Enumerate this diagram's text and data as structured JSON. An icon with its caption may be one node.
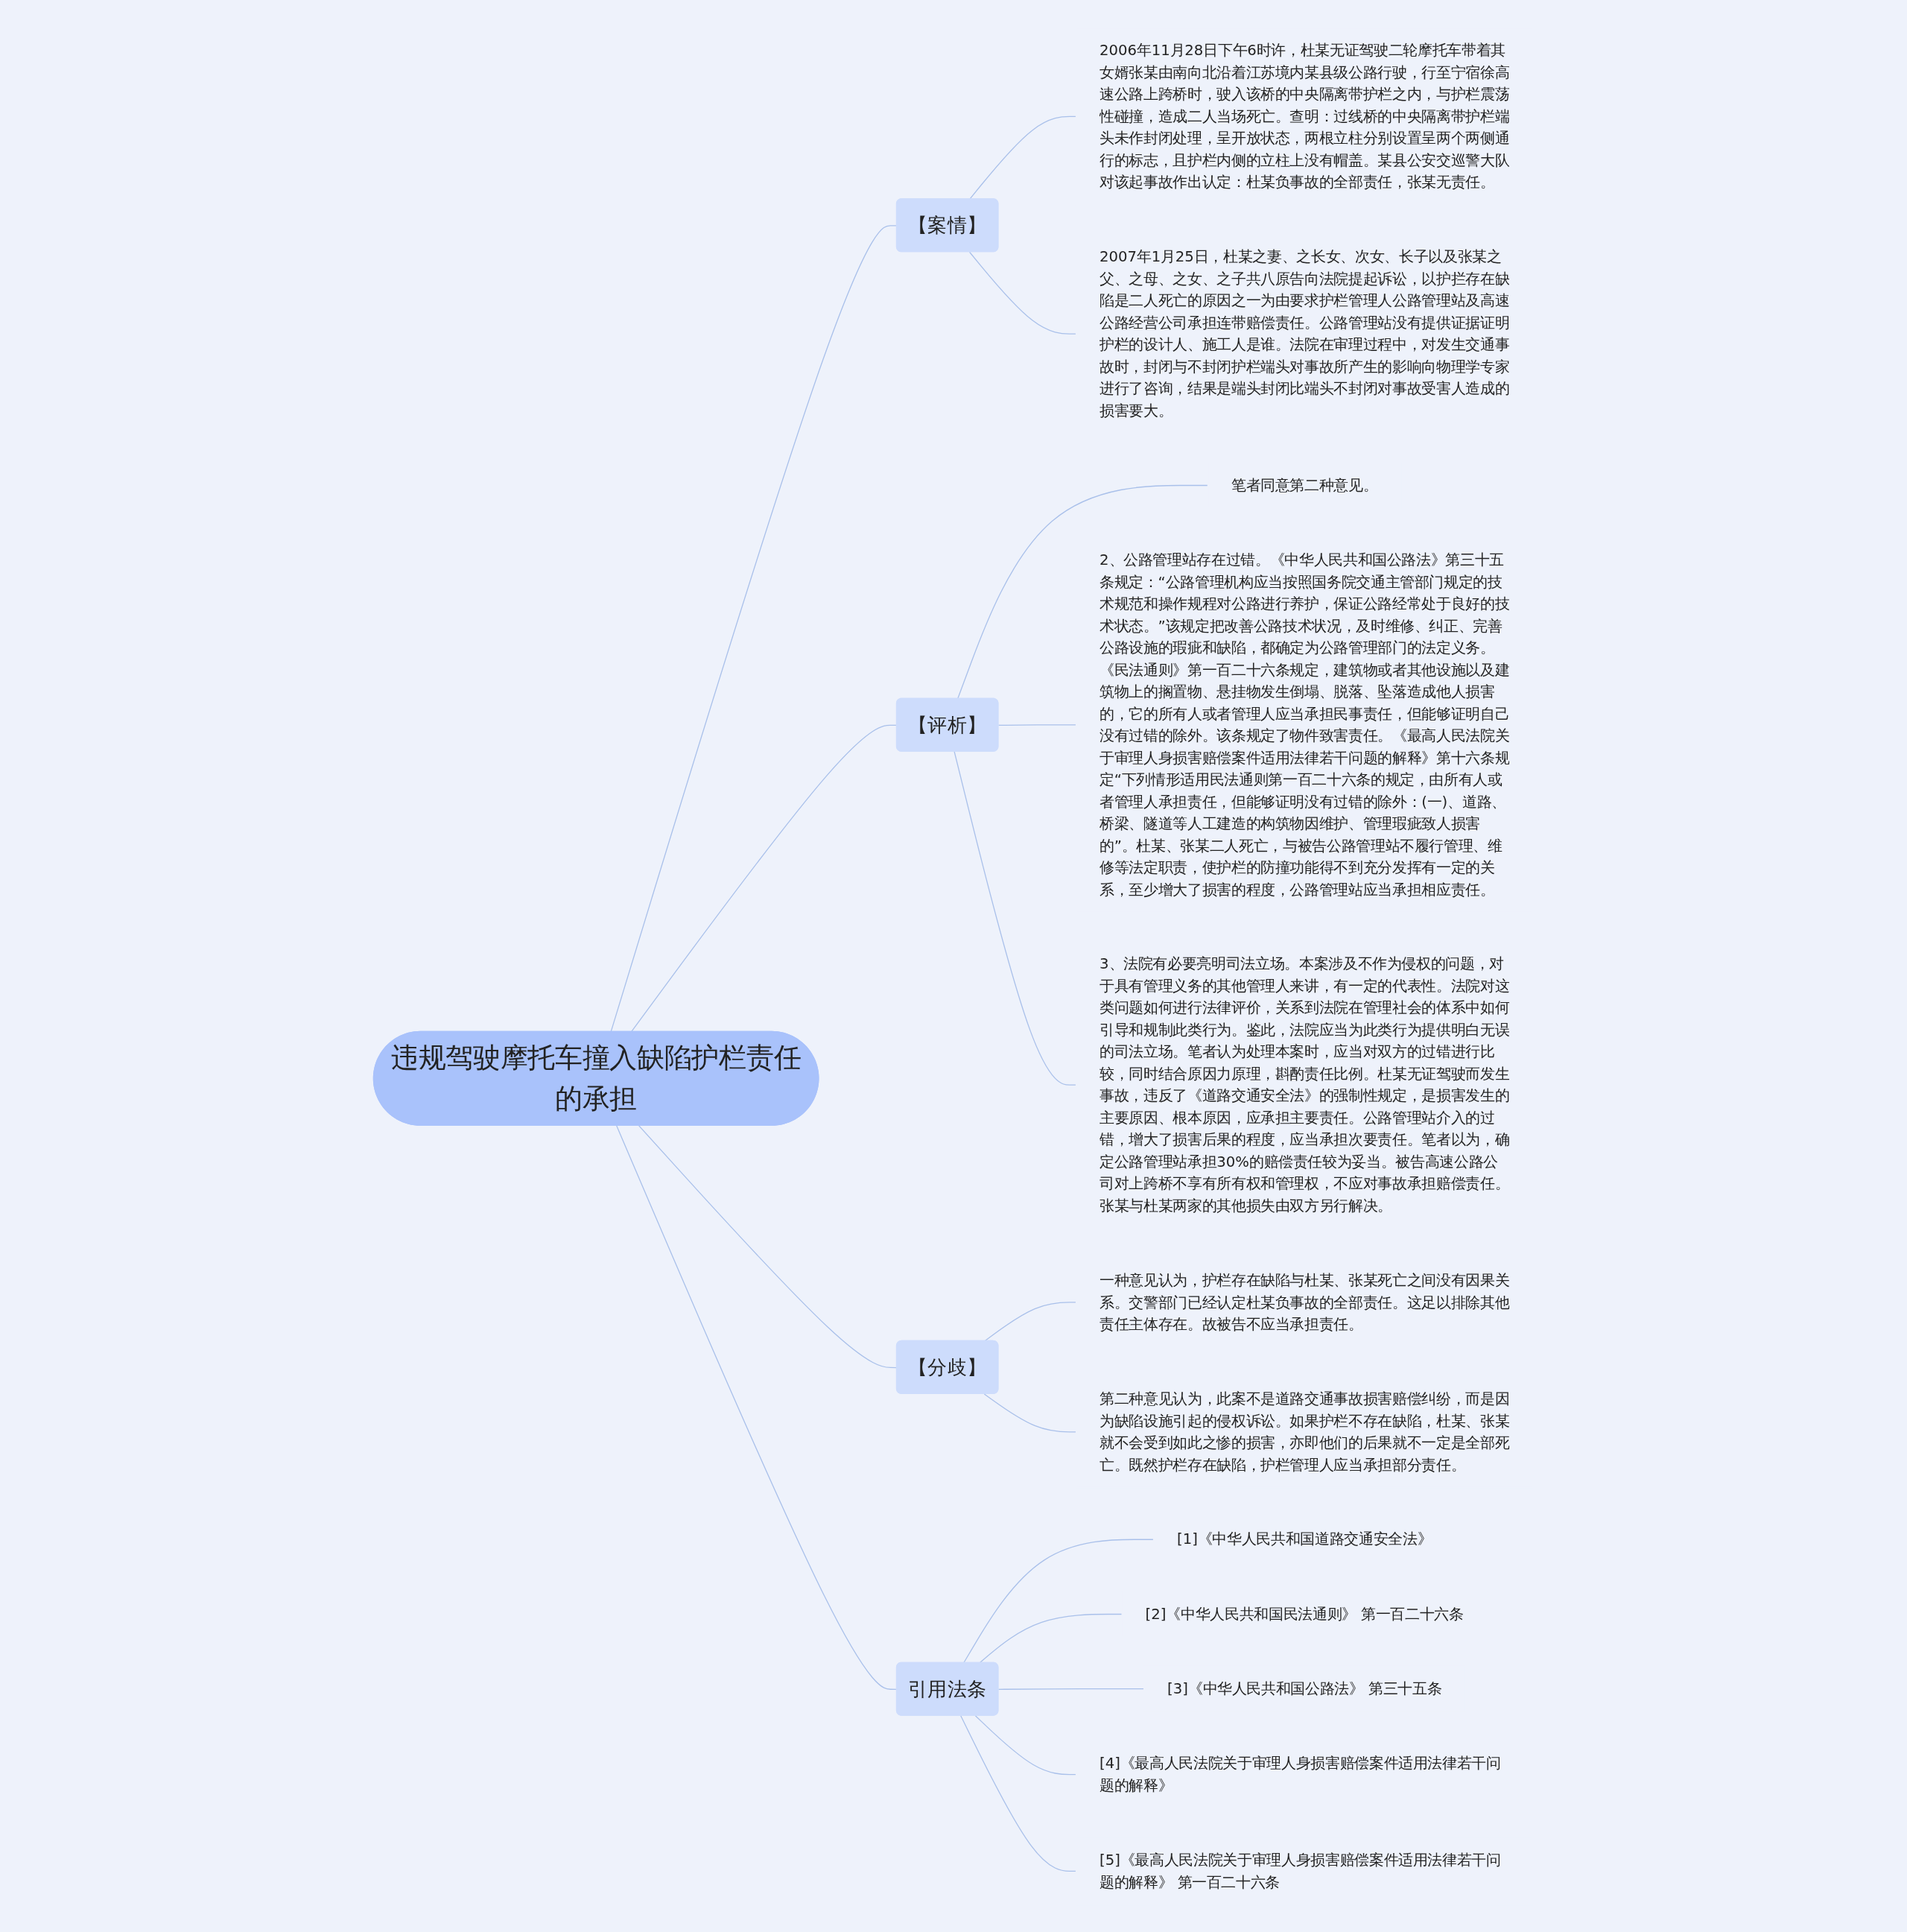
{
  "diagram": {
    "nodes": [
      {
        "text": [
          "违规驾驶摩托车撞入缺陷护栏责任的承担"
        ]
      },
      {
        "text": [
          "【案情】"
        ]
      },
      {
        "text": [
          "2006年11月28日下午6时许，杜某无证驾驶二轮摩托车带着其女婿张某由南向北沿着江苏境内某县级公路行驶，行至宁宿徐高速公路上跨桥时，驶入该桥的中央隔离带护栏之内，与护栏震荡性碰撞，造成二人当场死亡。查明：过线桥的中央隔离带护栏端头未作封闭处理，呈开放状态，两根立柱分别设置呈两个两侧通行的标志，且护栏内侧的立柱上没有帽盖。某县公安交巡警大队对该起事故作出认定：杜某负事故的全部责任，张某无责任。"
        ]
      },
      {
        "text": [
          "2007年1月25日，杜某之妻、之长女、次女、长子以及张某之父、之母、之女、之子共八原告向法院提起诉讼，以护拦存在缺陷是二人死亡的原因之一为由要求护栏管理人公路管理站及高速公路经营公司承担连带赔偿责任。公路管理站没有提供证据证明护栏的设计人、施工人是谁。法院在审理过程中，对发生交通事故时，封闭与不封闭护栏端头对事故所产生的影响向物理学专家进行了咨询，结果是端头封闭比端头不封闭对事故受害人造成的损害要大。"
        ]
      },
      {
        "text": [
          "【评析】"
        ]
      },
      {
        "text": [
          "笔者同意第二种意见。"
        ]
      },
      {
        "text": [
          "2、公路管理站存在过错。《中华人民共和国公路法》第三十五条规定：“公路管理机构应当按照国务院交通主管部门规定的技术规范和操作规程对公路进行养护，保证公路经常处于良好的技术状态。”该规定把改善公路技术状况，及时维修、纠正、完善公路设施的瑕疵和缺陷，都确定为公路管理部门的法定义务。《民法通则》第一百二十六条规定，建筑物或者其他设施以及建筑物上的搁置物、悬挂物发生倒塌、脱落、坠落造成他人损害的，它的所有人或者管理人应当承担民事责任，但能够证明自己没有过错的除外。该条规定了物件致害责任。《最高人民法院关于审理人身损害赔偿案件适用法律若干问题的解释》第十六条规定“下列情形适用民法通则第一百二十六条的规定，由所有人或者管理人承担责任，但能够证明没有过错的除外：(一)、道路、桥梁、隧道等人工建造的构筑物因维护、管理瑕疵致人损害的”。杜某、张某二人死亡，与被告公路管理站不履行管理、维修等法定职责，使护栏的防撞功能得不到充分发挥有一定的关系，至少增大了损害的程度，公路管理站应当承担相应责任。"
        ]
      },
      {
        "text": [
          "3、法院有必要亮明司法立场。本案涉及不作为侵权的问题，对于具有管理义务的其他管理人来讲，有一定的代表性。法院对这类问题如何进行法律评价，关系到法院在管理社会的体系中如何引导和规制此类行为。鉴此，法院应当为此类行为提供明白无误的司法立场。笔者认为处理本案时，应当对双方的过错进行比较，同时结合原因力原理，斟酌责任比例。杜某无证驾驶而发生事故，违反了《道路交通安全法》的强制性规定，是损害发生的主要原因、根本原因，应承担主要责任。公路管理站介入的过错，增大了损害后果的程度，应当承担次要责任。笔者以为，确定公路管理站承担30%的赔偿责任较为妥当。被告高速公路公司对上跨桥不享有所有权和管理权，不应对事故承担赔偿责任。张某与杜某两家的其他损失由双方另行解决。"
        ]
      },
      {
        "text": [
          "【分歧】"
        ]
      },
      {
        "text": [
          "一种意见认为，护栏存在缺陷与杜某、张某死亡之间没有因果关系。交警部门已经认定杜某负事故的全部责任。这足以排除其他责任主体存在。故被告不应当承担责任。"
        ]
      },
      {
        "text": [
          "第二种意见认为，此案不是道路交通事故损害赔偿纠纷，而是因为缺陷设施引起的侵权诉讼。如果护栏不存在缺陷，杜某、张某就不会受到如此之惨的损害，亦即他们的后果就不一定是全部死亡。既然护栏存在缺陷，护栏管理人应当承担部分责任。"
        ]
      },
      {
        "text": [
          "引用法条"
        ]
      },
      {
        "text": [
          "[1]《中华人民共和国道路交通安全法》"
        ]
      },
      {
        "text": [
          "[2]《中华人民共和国民法通则》 第一百二十六条"
        ]
      },
      {
        "text": [
          "[3]《中华人民共和国公路法》 第三十五条"
        ]
      },
      {
        "text": [
          "[4]《最高人民法院关于审理人身损害赔偿案件适用法律若干问题的解释》"
        ]
      },
      {
        "text": [
          "[5]《最高人民法院关于审理人身损害赔偿案件适用法律若干问题的解释》 第一百二十六条"
        ]
      }
    ],
    "edges": [
      {
        "from": 0,
        "to": 1,
        "arrow": "none"
      },
      {
        "from": 1,
        "to": 2,
        "arrow": "none"
      },
      {
        "from": 1,
        "to": 3,
        "arrow": "none"
      },
      {
        "from": 0,
        "to": 4,
        "arrow": "none"
      },
      {
        "from": 4,
        "to": 5,
        "arrow": "none"
      },
      {
        "from": 4,
        "to": 6,
        "arrow": "none"
      },
      {
        "from": 4,
        "to": 7,
        "arrow": "none"
      },
      {
        "from": 0,
        "to": 8,
        "arrow": "none"
      },
      {
        "from": 8,
        "to": 9,
        "arrow": "none"
      },
      {
        "from": 8,
        "to": 10,
        "arrow": "none"
      },
      {
        "from": 0,
        "to": 11,
        "arrow": "none"
      },
      {
        "from": 11,
        "to": 12,
        "arrow": "none"
      },
      {
        "from": 11,
        "to": 13,
        "arrow": "none"
      },
      {
        "from": 11,
        "to": 14,
        "arrow": "none"
      },
      {
        "from": 11,
        "to": 15,
        "arrow": "none"
      },
      {
        "from": 11,
        "to": 16,
        "arrow": "none"
      }
    ]
  }
}
